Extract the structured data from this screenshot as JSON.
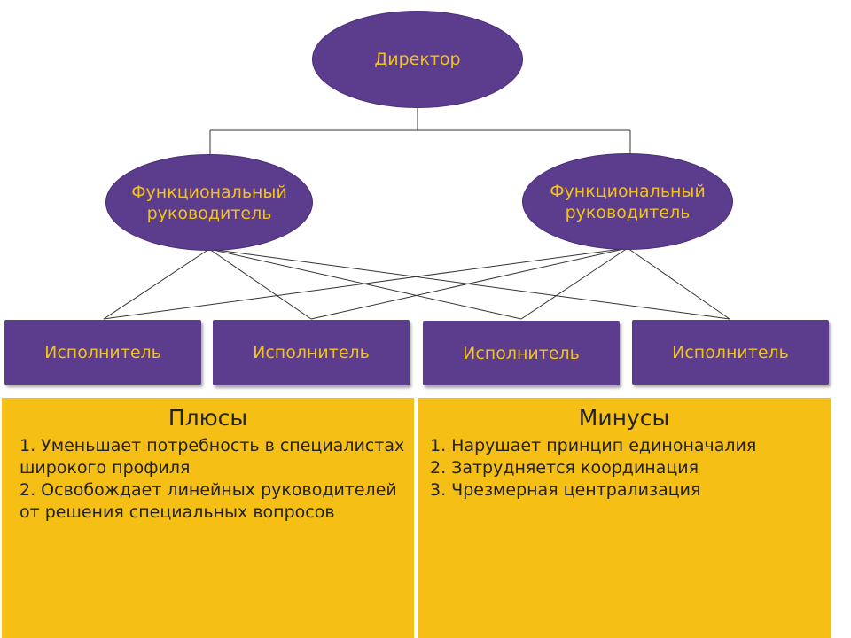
{
  "director": {
    "label": "Директор"
  },
  "functional_managers": [
    {
      "label": "Функциональный руководитель"
    },
    {
      "label": "Функциональный руководитель"
    }
  ],
  "executors": [
    {
      "label": "Исполнитель"
    },
    {
      "label": "Исполнитель"
    },
    {
      "label": "Исполнитель"
    },
    {
      "label": "Исполнитель"
    }
  ],
  "pros": {
    "title": "Плюсы",
    "items": [
      "1. Уменьшает потребность в специалистах широкого профиля",
      "2. Освобождает линейных руководителей от решения специальных вопросов"
    ]
  },
  "cons": {
    "title": "Минусы",
    "items": [
      "1. Нарушает принцип единоначалия",
      "2. Затрудняется координация",
      "3. Чрезмерная централизация"
    ]
  },
  "colors": {
    "node_fill": "#5b3c8d",
    "node_text": "#f2c21c",
    "panel_fill": "#f5bf16"
  }
}
